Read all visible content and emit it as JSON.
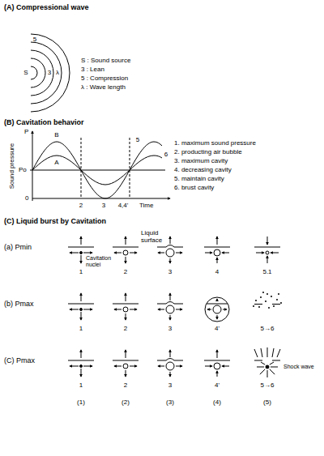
{
  "diagram": {
    "labels": [
      "(A) Compressional wave",
      "5",
      "λ",
      "S",
      "3",
      "S : Sound source",
      "3 : Lean",
      "5 : Compression",
      "λ : Wave length",
      "(B) Cavitation behavior",
      "P",
      "B",
      "5",
      "6",
      "A",
      "Sound pressure",
      "Po",
      "0",
      "2",
      "3",
      "4,4'",
      "Time",
      "1. maximum sound pressure",
      "2. producting air bubble",
      "3. maximum cavity",
      "4. decreasing cavity",
      "5. maintain cavity",
      "6. brust cavity",
      "(C) Liquid burst by Cavitation",
      "Liquid surface",
      "(a) Pmin",
      "Cavitation nuclei",
      "1",
      "2",
      "3",
      "4",
      "5.1",
      "(b) Pmax",
      "1",
      "2",
      "3",
      "4'",
      "5→6",
      "(C) Pmax",
      "Shock wave",
      "1",
      "2",
      "3",
      "4'",
      "5→6",
      "(1)",
      "(2)",
      "(3)",
      "(4)",
      "(5)"
    ]
  }
}
